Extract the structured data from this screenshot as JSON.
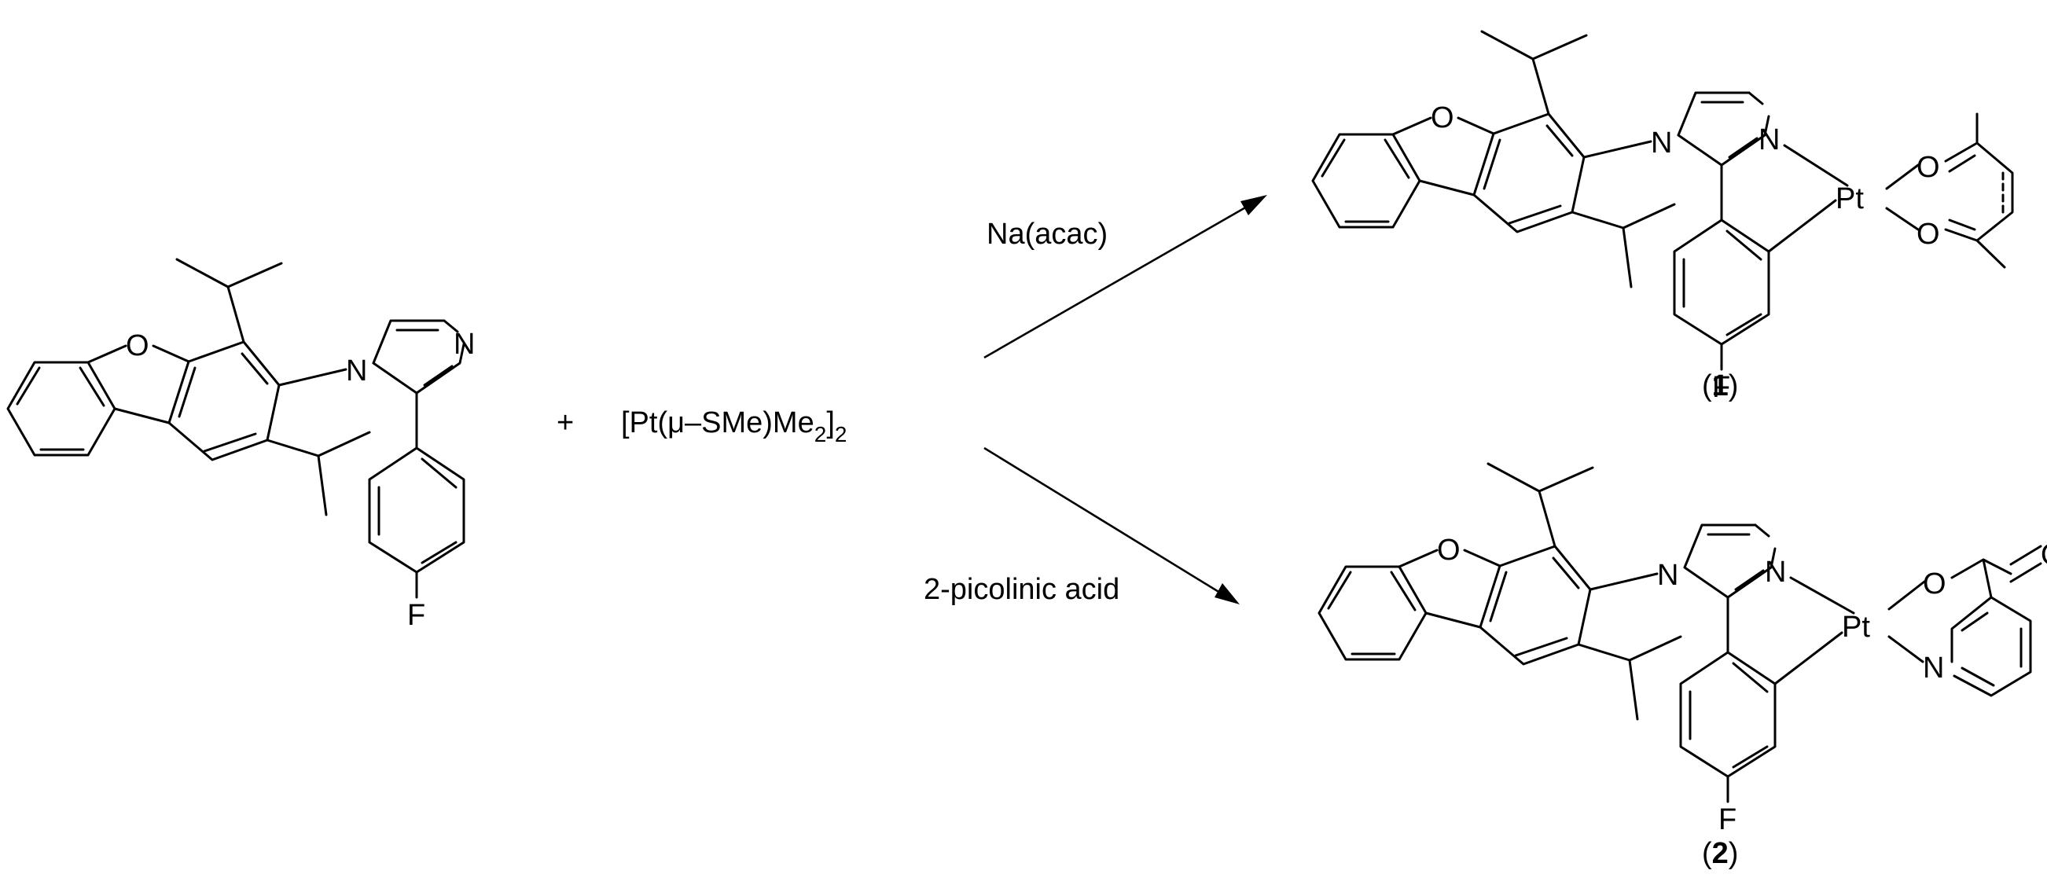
{
  "reactant": {
    "atoms": {
      "O": "O",
      "N1": "N",
      "N2": "N",
      "F": "F"
    }
  },
  "plus": "+",
  "reagent": {
    "main": "[Pt(μ–SMe)Me",
    "sub1": "2",
    "bracket": "]",
    "sub2": "2"
  },
  "arrow_top": {
    "label": "Na(acac)"
  },
  "arrow_bottom": {
    "label": "2-picolinic acid"
  },
  "product1": {
    "atoms": {
      "O": "O",
      "N1": "N",
      "N2": "N",
      "Pt": "Pt",
      "Oa": "O",
      "Ob": "O",
      "F": "F"
    },
    "label_open": "(",
    "label_num": "1",
    "label_close": ")"
  },
  "product2": {
    "atoms": {
      "O": "O",
      "N1": "N",
      "N2": "N",
      "Pt": "Pt",
      "Oa": "O",
      "Ocarb": "O",
      "Npy": "N",
      "F": "F"
    },
    "label_open": "(",
    "label_num": "2",
    "label_close": ")"
  }
}
